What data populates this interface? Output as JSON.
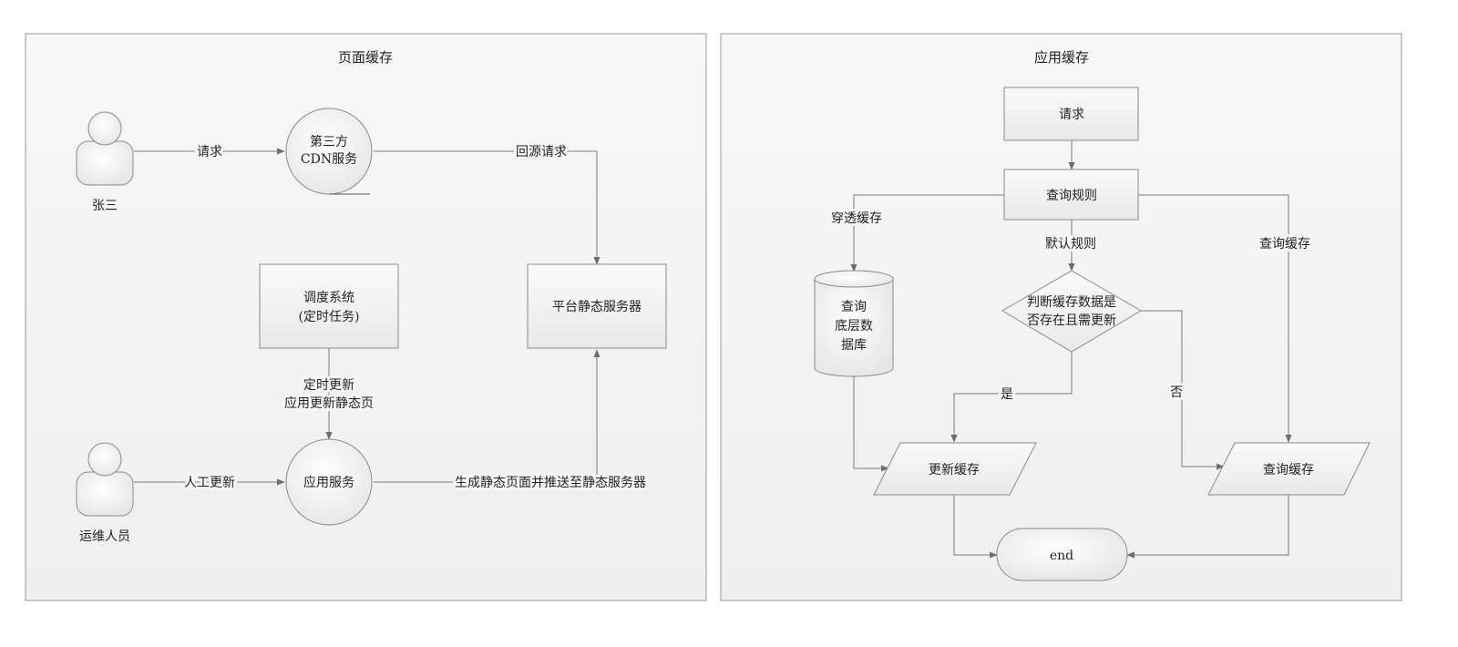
{
  "colors": {
    "line": "#7a7a7a",
    "shape_fill": "#f2f2f2",
    "panel_fill": "#f4f4f4",
    "border": "#8a8a8a"
  },
  "left": {
    "title": "页面缓存",
    "actor1": "张三",
    "actor2": "运维人员",
    "cdn": [
      "第三方",
      "CDN服务"
    ],
    "scheduler": [
      "调度系统",
      "(定时任务)"
    ],
    "platform": "平台静态服务器",
    "app_service": "应用服务",
    "edge_request": "请求",
    "edge_origin": "回源请求",
    "edge_schedule": [
      "定时更新",
      "应用更新静态页"
    ],
    "edge_manual": "人工更新",
    "edge_generate": "生成静态页面并推送至静态服务器"
  },
  "right": {
    "title": "应用缓存",
    "request": "请求",
    "query_rule": "查询规则",
    "db": [
      "查询",
      "底层数",
      "据库"
    ],
    "decision": [
      "判断缓存数据是",
      "否存在且需更新"
    ],
    "update_cache": "更新缓存",
    "query_cache_box": "查询缓存",
    "end": "end",
    "edge_penetrate": "穿透缓存",
    "edge_default": "默认规则",
    "edge_query_cache": "查询缓存",
    "edge_yes": "是",
    "edge_no": "否"
  }
}
